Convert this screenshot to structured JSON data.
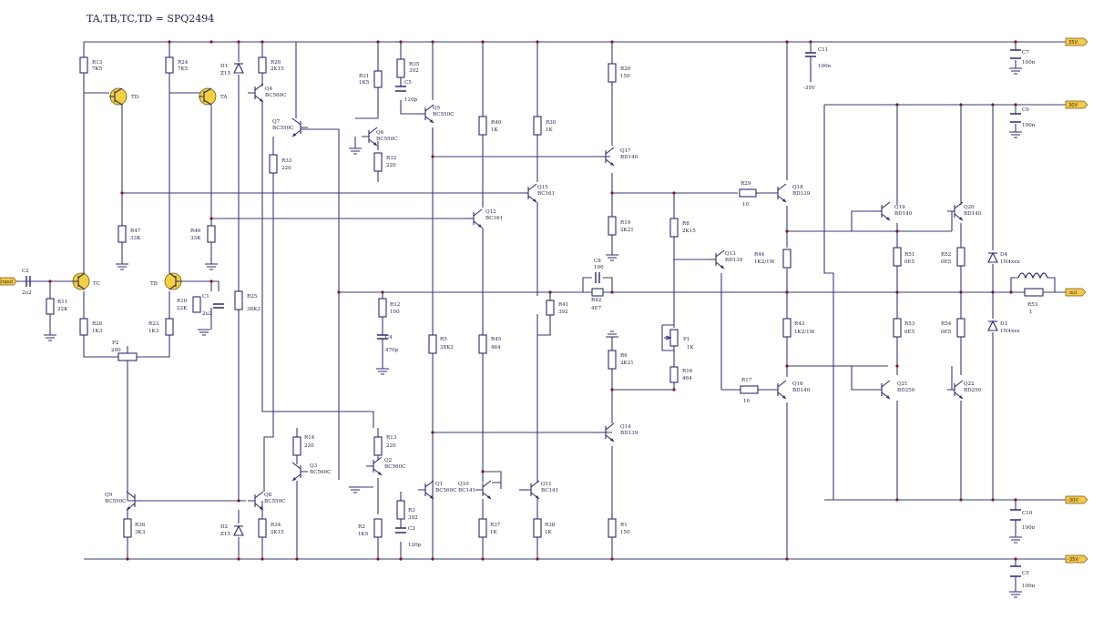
{
  "title": "TA,TB,TC,TD = SPQ2494",
  "rails": {
    "pos35_top": "35V",
    "pos30": "30V",
    "neg30": "-30V",
    "neg35": "-35V",
    "neg_small": "-35V"
  },
  "io": {
    "input": "input",
    "out": "out"
  },
  "yellow_transistors": [
    {
      "id": "td",
      "label": "TD"
    },
    {
      "id": "ta",
      "label": "TA"
    },
    {
      "id": "tc",
      "label": "TC"
    },
    {
      "id": "tb",
      "label": "TB"
    }
  ],
  "resistors": [
    {
      "id": "r13",
      "name": "R13",
      "value": "7K5"
    },
    {
      "id": "r24",
      "name": "R24",
      "value": "7K5"
    },
    {
      "id": "r26top",
      "name": "R26",
      "value": "2K15"
    },
    {
      "id": "r31",
      "name": "R31",
      "value": "1K5"
    },
    {
      "id": "r35",
      "name": "R35",
      "value": "392"
    },
    {
      "id": "r20",
      "name": "R20",
      "value": "150"
    },
    {
      "id": "r40",
      "name": "R40",
      "value": "1K"
    },
    {
      "id": "r30",
      "name": "R30",
      "value": "1K"
    },
    {
      "id": "r32",
      "name": "R32",
      "value": "220"
    },
    {
      "id": "r33",
      "name": "R33",
      "value": "220"
    },
    {
      "id": "r29",
      "name": "R29",
      "value": "10"
    },
    {
      "id": "r19",
      "name": "R19",
      "value": "2K21"
    },
    {
      "id": "r8",
      "name": "R8",
      "value": "2K15"
    },
    {
      "id": "r47",
      "name": "R47",
      "value": "33K"
    },
    {
      "id": "r46",
      "name": "R46",
      "value": "33K"
    },
    {
      "id": "r44",
      "name": "R44",
      "value": "1K2/1W"
    },
    {
      "id": "r51",
      "name": "R51",
      "value": "0E5"
    },
    {
      "id": "r52",
      "name": "R52",
      "value": "0E5"
    },
    {
      "id": "r11",
      "name": "R11",
      "value": "22K"
    },
    {
      "id": "r10",
      "name": "R10",
      "value": "22K"
    },
    {
      "id": "r25",
      "name": "R25",
      "value": "38K3"
    },
    {
      "id": "r12",
      "name": "R12",
      "value": "100"
    },
    {
      "id": "r41",
      "name": "R41",
      "value": "392"
    },
    {
      "id": "r42",
      "name": "R42",
      "value": "4E7"
    },
    {
      "id": "r53",
      "name": "R53",
      "value": "1"
    },
    {
      "id": "r26b",
      "name": "R26",
      "value": "1K3"
    },
    {
      "id": "r23",
      "name": "R23",
      "value": "1K3"
    },
    {
      "id": "r5",
      "name": "R5",
      "value": "38K3"
    },
    {
      "id": "r45",
      "name": "R45",
      "value": "464"
    },
    {
      "id": "r43",
      "name": "R43",
      "value": "1K2/1W"
    },
    {
      "id": "r53b",
      "name": "R53",
      "value": "0E5"
    },
    {
      "id": "r54",
      "name": "R54",
      "value": "0E5"
    },
    {
      "id": "r6",
      "name": "R6",
      "value": "2K21"
    },
    {
      "id": "r16",
      "name": "R16",
      "value": "464"
    },
    {
      "id": "r17",
      "name": "R17",
      "value": "10"
    },
    {
      "id": "r14",
      "name": "R14",
      "value": "220"
    },
    {
      "id": "r13b",
      "name": "R13",
      "value": "220"
    },
    {
      "id": "r3",
      "name": "R3",
      "value": "392"
    },
    {
      "id": "r2",
      "name": "R2",
      "value": "1K5"
    },
    {
      "id": "r36",
      "name": "R36",
      "value": "3K3"
    },
    {
      "id": "r34",
      "name": "R34",
      "value": "2K15"
    },
    {
      "id": "r37",
      "name": "R37",
      "value": "1K"
    },
    {
      "id": "r38",
      "name": "R38",
      "value": "1K"
    },
    {
      "id": "r1",
      "name": "R1",
      "value": "150"
    }
  ],
  "caps": [
    {
      "id": "c11",
      "name": "C11",
      "value": "100n"
    },
    {
      "id": "c7",
      "name": "C7",
      "value": "100n"
    },
    {
      "id": "c9",
      "name": "C9",
      "value": "100n"
    },
    {
      "id": "c5top",
      "name": "C5",
      "value": "120p"
    },
    {
      "id": "c2",
      "name": "C2",
      "value": "2u2"
    },
    {
      "id": "c1",
      "name": "C1",
      "value": "2u2"
    },
    {
      "id": "c8",
      "name": "C8",
      "value": "100"
    },
    {
      "id": "c4",
      "name": "C4",
      "value": "470p"
    },
    {
      "id": "c3",
      "name": "C3",
      "value": "120p"
    },
    {
      "id": "c10",
      "name": "C10",
      "value": "100n"
    },
    {
      "id": "c5b",
      "name": "C5",
      "value": "100n"
    }
  ],
  "transistors": [
    {
      "id": "q4",
      "name": "Q4",
      "type": "BC560C"
    },
    {
      "id": "q7",
      "name": "Q7",
      "type": "BC550C"
    },
    {
      "id": "q6",
      "name": "Q6",
      "type": "BC550C"
    },
    {
      "id": "q5",
      "name": "Q5",
      "type": "BC550C"
    },
    {
      "id": "q17",
      "name": "Q17",
      "type": "BD140"
    },
    {
      "id": "q15",
      "name": "Q15",
      "type": "BC161"
    },
    {
      "id": "q12",
      "name": "Q12",
      "type": "BC161"
    },
    {
      "id": "q18",
      "name": "Q18",
      "type": "BD139"
    },
    {
      "id": "q19",
      "name": "Q19",
      "type": "BD140"
    },
    {
      "id": "q20",
      "name": "Q20",
      "type": "BD140"
    },
    {
      "id": "q13",
      "name": "Q13",
      "type": "BD139"
    },
    {
      "id": "q16",
      "name": "Q16",
      "type": "BD140"
    },
    {
      "id": "q21",
      "name": "Q21",
      "type": "BD250"
    },
    {
      "id": "q22",
      "name": "Q22",
      "type": "BD250"
    },
    {
      "id": "q14",
      "name": "Q14",
      "type": "BD139"
    },
    {
      "id": "q9",
      "name": "Q9",
      "type": "BC550C"
    },
    {
      "id": "q8",
      "name": "Q8",
      "type": "BC550C"
    },
    {
      "id": "q3",
      "name": "Q3",
      "type": "BC560C"
    },
    {
      "id": "q2",
      "name": "Q2",
      "type": "BC560C"
    },
    {
      "id": "q1",
      "name": "Q1",
      "type": "BC560C"
    },
    {
      "id": "q10",
      "name": "Q10",
      "type": "BC141"
    },
    {
      "id": "q11",
      "name": "Q11",
      "type": "BC141"
    }
  ],
  "diodes": [
    {
      "id": "d1",
      "name": "D1",
      "value": "Z15"
    },
    {
      "id": "d2",
      "name": "D2",
      "value": "Z15"
    },
    {
      "id": "d4",
      "name": "D4",
      "value": "1N4xxx"
    },
    {
      "id": "d3",
      "name": "D3",
      "value": "1N4xxx"
    }
  ],
  "pots": [
    {
      "id": "p1",
      "name": "P1",
      "value": "1K"
    },
    {
      "id": "p2",
      "name": "P2",
      "value": "200"
    }
  ]
}
